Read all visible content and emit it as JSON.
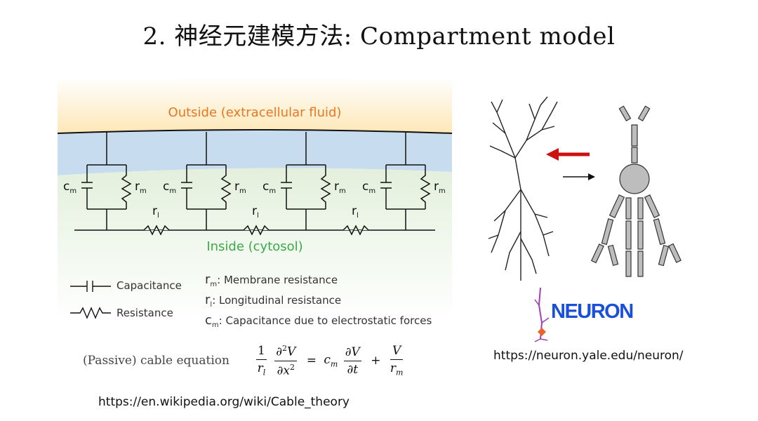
{
  "slide": {
    "title": "2. 神经元建模方法: Compartment model"
  },
  "circuit": {
    "outside_label": "Outside (extracellular fluid)",
    "inside_label": "Inside (cytosol)",
    "cm_symbol": "c",
    "cm_sub": "m",
    "rm_symbol": "r",
    "rm_sub": "m",
    "rl_symbol": "r",
    "rl_sub": "l",
    "colors": {
      "outside": "#e87722",
      "inside": "#3aaa48",
      "membrane": "#bcd6ee",
      "cytosol": "#e3f0dc"
    }
  },
  "legend": {
    "capacitance": "Capacitance",
    "resistance": "Resistance",
    "rm_desc": ": Membrane resistance",
    "rl_desc": ": Longitudinal resistance",
    "cm_desc": ": Capacitance due to electrostatic forces"
  },
  "equation": {
    "label": "(Passive) cable equation"
  },
  "links": {
    "wiki": "https://en.wikipedia.org/wiki/Cable_theory",
    "neuron": "https://neuron.yale.edu/neuron/"
  },
  "logo": {
    "text": "NEURON",
    "color": "#1a4fd8"
  }
}
